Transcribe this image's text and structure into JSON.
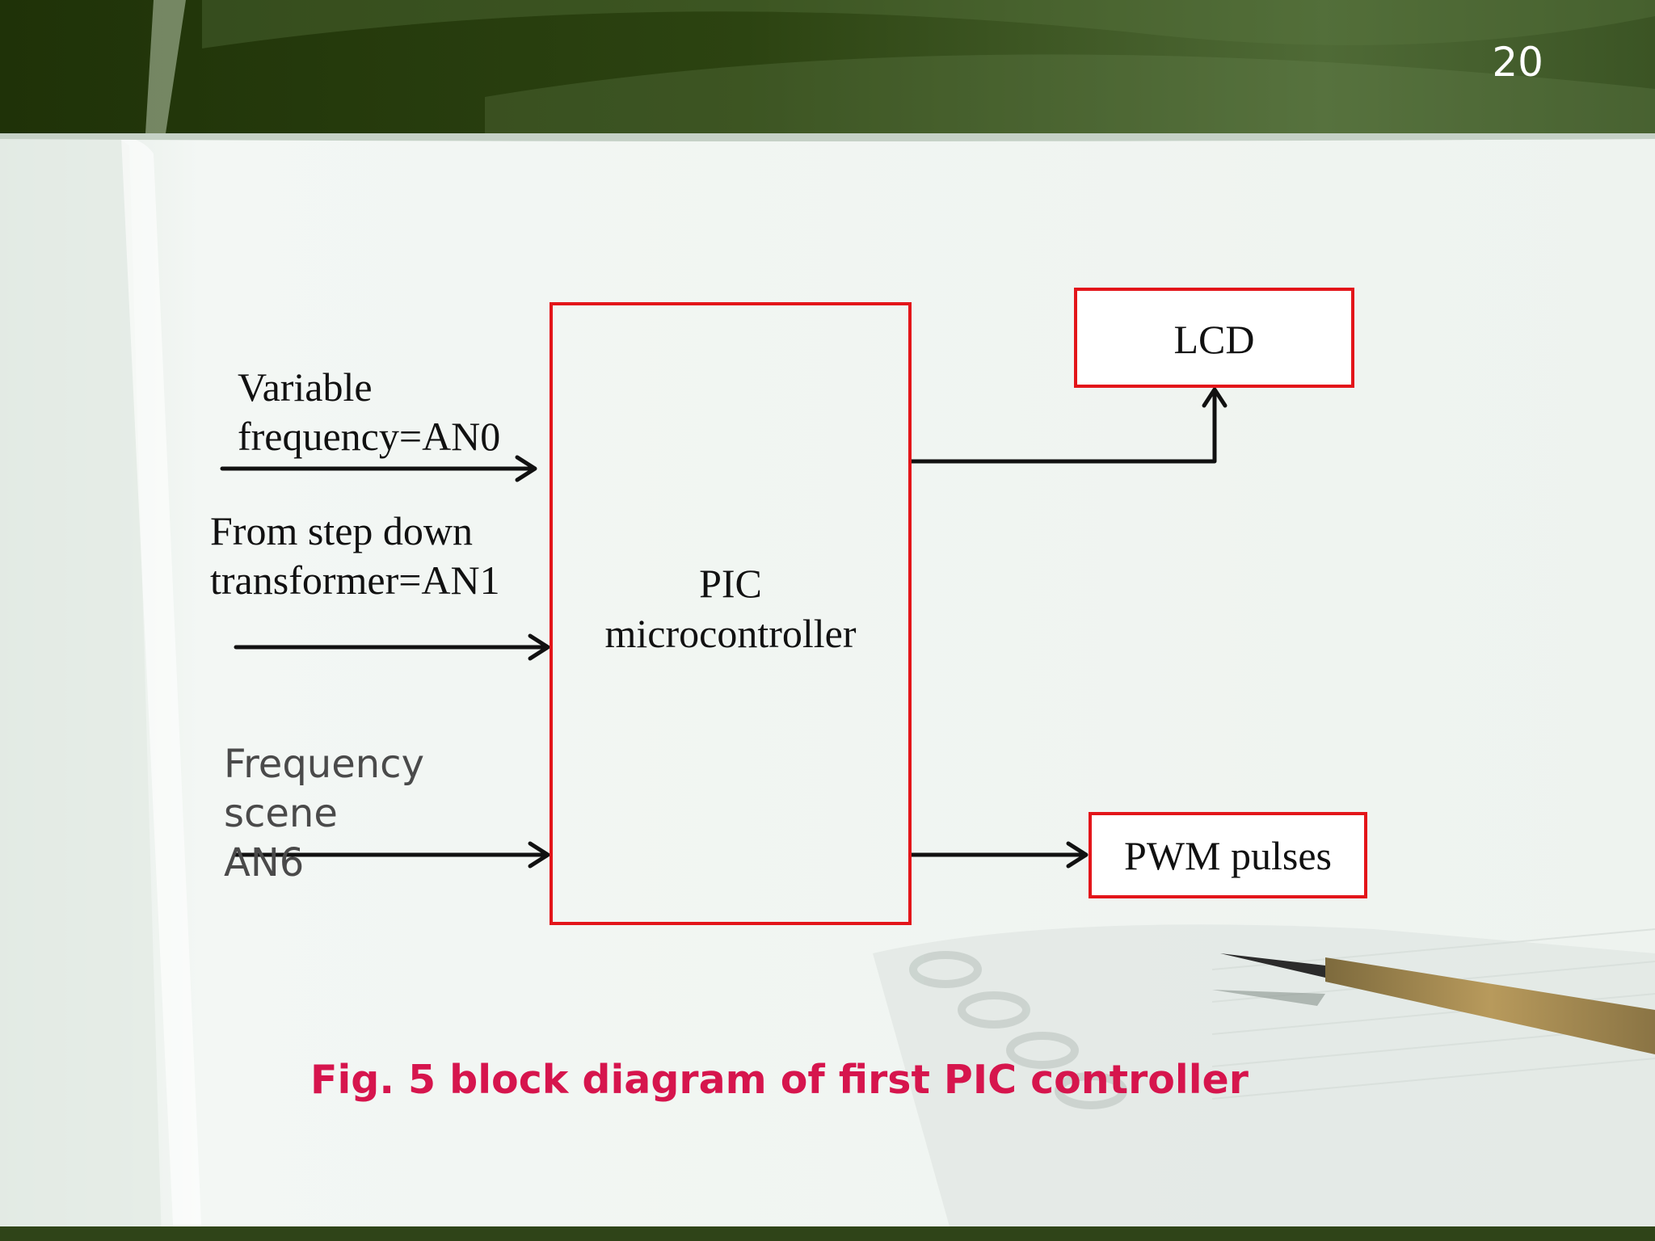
{
  "slide": {
    "number": "20"
  },
  "diagram": {
    "controller": {
      "line1": "PIC",
      "line2": "microcontroller"
    },
    "inputs": {
      "an0": {
        "line1": "Variable",
        "line2": "frequency=AN0"
      },
      "an1": {
        "line1": "From step down",
        "line2": "transformer=AN1"
      },
      "an6": {
        "line1": "Frequency",
        "line2": "scene",
        "line3": "AN6"
      }
    },
    "outputs": {
      "lcd": "LCD",
      "pwm": "PWM pulses"
    },
    "caption": "Fig. 5 block diagram of first PIC controller"
  },
  "colors": {
    "header": "#2a3f12",
    "block_border": "#e3151a",
    "caption": "#d6154d",
    "arrow": "#111111"
  }
}
